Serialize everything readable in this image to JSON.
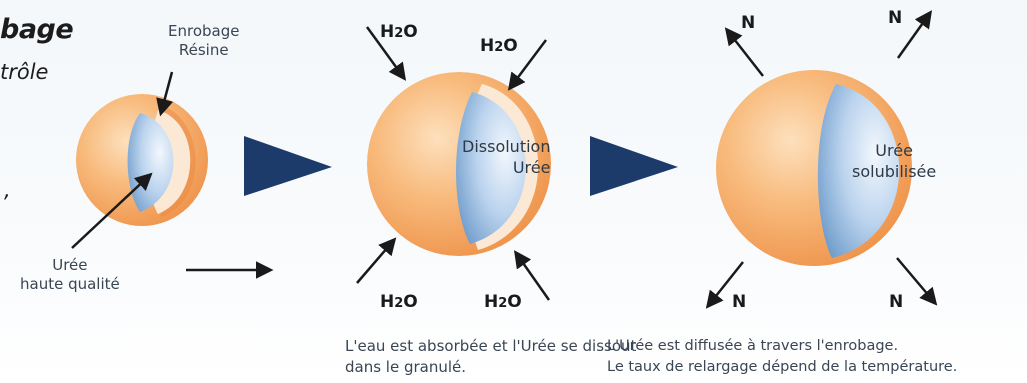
{
  "heading": {
    "title_fragment": "bage",
    "subtitle_fragment": "trôle",
    "comma_fragment": ","
  },
  "stage1": {
    "coating_label": [
      "Enrobage",
      "Résine"
    ],
    "urea_label": [
      "Urée",
      "haute qualité"
    ]
  },
  "stage2": {
    "water_label": "H",
    "water_sub": "2",
    "water_end": "O",
    "inner_label": [
      "Dissolution",
      "Urée"
    ],
    "caption": [
      "L'eau est absorbée et l'Urée se dissout",
      "dans le granulé."
    ]
  },
  "stage3": {
    "nitrogen_label": "N",
    "inner_label": [
      "Urée",
      "solubilisée"
    ],
    "caption": [
      "L'Urée est diffusée à travers l'enrobage.",
      "Le taux de relargage dépend de la température."
    ]
  },
  "colors": {
    "granule_orange": "#f4a35c",
    "urea_blue": "#8fb6dc",
    "arrow_navy": "#1c3b6b",
    "label_gray": "#3a4654"
  }
}
